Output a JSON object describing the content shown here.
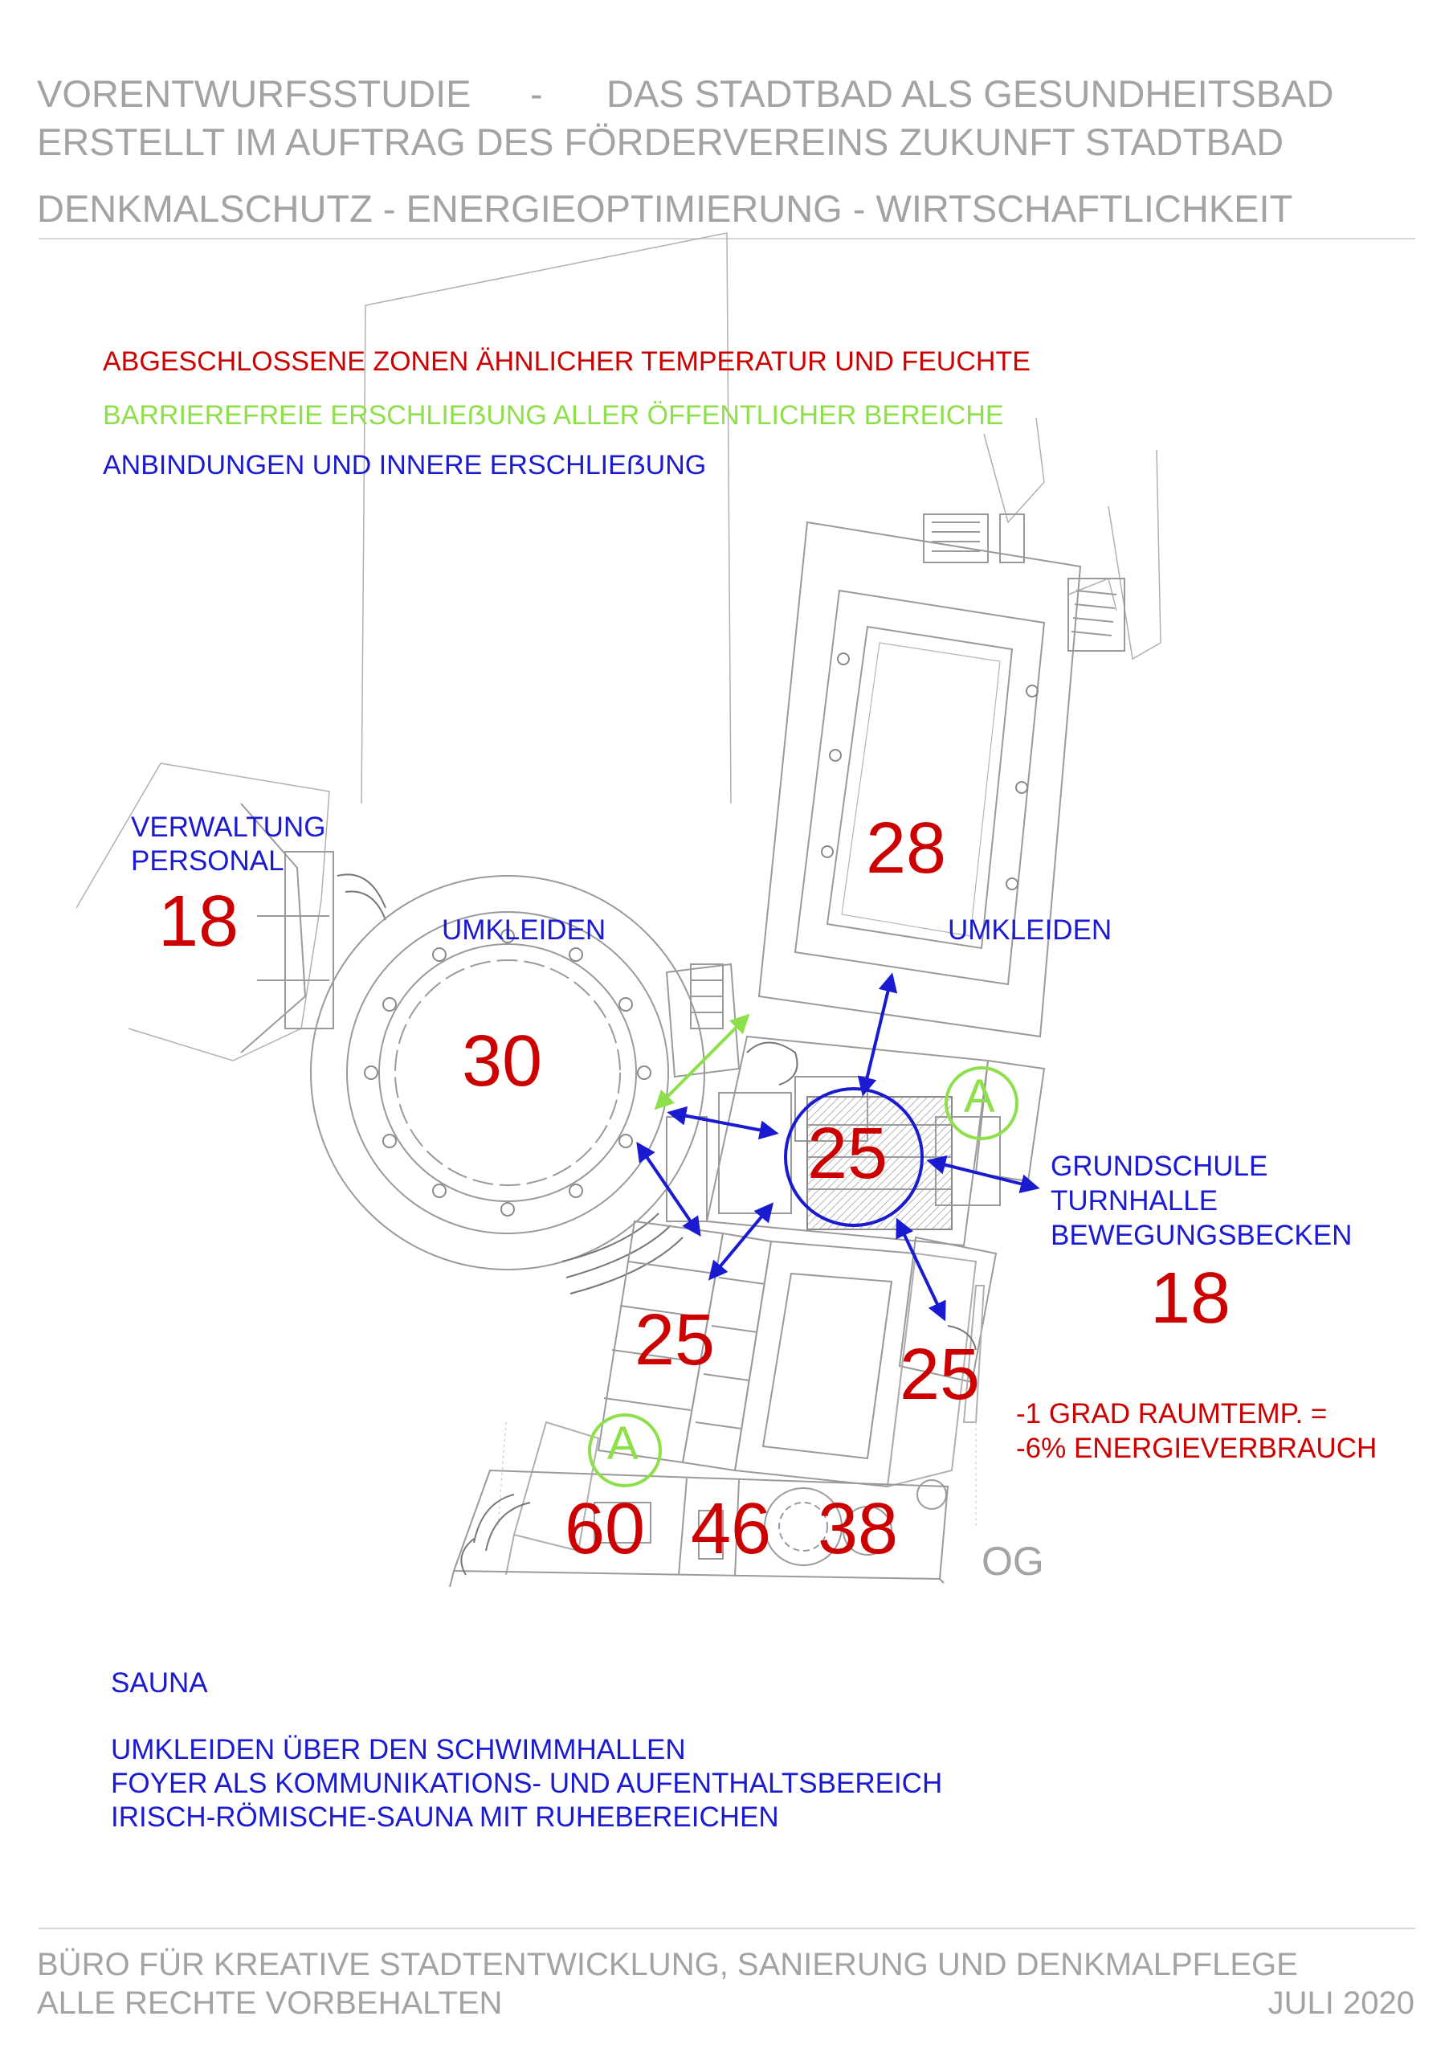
{
  "header": {
    "line1_left": "VORENTWURFSSTUDIE",
    "line1_dash": "-",
    "line1_right": "DAS STADTBAD ALS GESUNDHEITSBAD",
    "line2": "ERSTELLT IM AUFTRAG DES FÖRDERVEREINS ZUKUNFT STADTBAD",
    "line3": "DENKMALSCHUTZ - ENERGIEOPTIMIERUNG - WIRTSCHAFTLICHKEIT"
  },
  "legend": {
    "zones": "ABGESCHLOSSENE ZONEN ÄHNLICHER TEMPERATUR UND FEUCHTE",
    "barrier_free": "BARRIEREFREIE ERSCHLIEẞUNG ALLER ÖFFENTLICHER BEREICHE",
    "connections": "ANBINDUNGEN UND INNERE ERSCHLIEẞUNG"
  },
  "colors": {
    "zones": "#cc0000",
    "barrier_free": "#8ee04a",
    "connections": "#1a1ad0",
    "header_text": "#a3a3a3",
    "plan_lines": "#9a9a9a"
  },
  "plan": {
    "verwaltung_line1": "VERWALTUNG",
    "verwaltung_line2": "PERSONAL",
    "umkleiden_left": "UMKLEIDEN",
    "umkleiden_right": "UMKLEIDEN",
    "grundschule_line1": "GRUNDSCHULE",
    "grundschule_line2": "TURNHALLE",
    "grundschule_line3": "BEWEGUNGSBECKEN",
    "temp_verwaltung": "18",
    "temp_rotunde": "30",
    "temp_halle": "28",
    "temp_foyer": "25",
    "temp_grundschule": "18",
    "temp_sued_links": "25",
    "temp_sued_rechts": "25",
    "temp_sauna_1": "60",
    "temp_sauna_2": "46",
    "temp_sauna_3": "38",
    "access_marker": "A",
    "energy_note_line1": "-1 GRAD RAUMTEMP. =",
    "energy_note_line2": "-6% ENERGIEVERBRAUCH",
    "floor_label": "OG"
  },
  "notes": {
    "sauna": "SAUNA",
    "line1": "UMKLEIDEN ÜBER DEN SCHWIMMHALLEN",
    "line2": "FOYER ALS KOMMUNIKATIONS- UND AUFENTHALTSBEREICH",
    "line3": "IRISCH-RÖMISCHE-SAUNA MIT RUHEBEREICHEN"
  },
  "footer": {
    "line1": "BÜRO FÜR KREATIVE STADTENTWICKLUNG, SANIERUNG UND DENKMALPFLEGE",
    "line2_left": "ALLE RECHTE VORBEHALTEN",
    "date": "JULI 2020"
  }
}
